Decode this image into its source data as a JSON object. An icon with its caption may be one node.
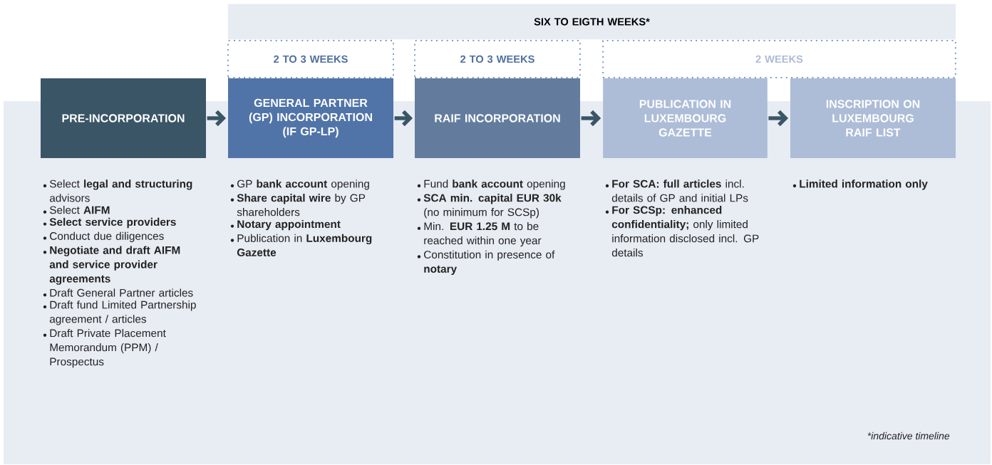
{
  "diagram": {
    "nodes": [
      {
        "text": [
          "SIX TO EIGTH WEEKS*"
        ]
      },
      {
        "text": [
          "2 TO 3 WEEKS"
        ]
      },
      {
        "text": [
          "2 TO 3 WEEKS"
        ]
      },
      {
        "text": [
          "2 WEEKS"
        ]
      },
      {
        "text": [
          "PRE-INCORPORATION"
        ],
        "beside": [
          "Select **legal and structuring** advisors",
          "Select **AIFM**",
          "**Select service providers**",
          "Conduct due diligences",
          "**Negotiate and draft AIFM and service provider agreements**",
          "Draft General Partner articles",
          "Draft fund Limited Partnership agreement / articles",
          "Draft Private Placement Memorandum (PPM) / Prospectus"
        ]
      },
      {
        "text": [
          "GENERAL PARTNER (GP) INCORPORATION (IF GP-LP)"
        ],
        "beside": [
          "GP **bank account** opening",
          "**Share capital wire** by GP shareholders",
          "**Notary appointment**",
          "Publication in **Luxembourg Gazette**"
        ]
      },
      {
        "text": [
          "RAIF INCORPORATION"
        ],
        "beside": [
          "Fund **bank account** opening",
          "**SCA min. capital EUR 30k** (no minimum for SCSp)",
          "Min. **EUR 1.25 M** to be reached within one year",
          "Constitution in presence of **notary**"
        ]
      },
      {
        "text": [
          "PUBLICATION IN LUXEMBOURG GAZETTE"
        ],
        "beside": [
          "**For SCA: full articles** incl. details of GP and initial LPs",
          "**For SCSp: enhanced confidentiality;** only limited information disclosed incl. GP details"
        ]
      },
      {
        "text": [
          "INSCRIPTION ON LUXEMBOURG RAIF LIST"
        ],
        "beside": [
          "**Limited information only**"
        ]
      }
    ],
    "edges": [
      {
        "from": 4,
        "to": 5,
        "arrow": "to"
      },
      {
        "from": 5,
        "to": 6,
        "arrow": "to"
      },
      {
        "from": 6,
        "to": 7,
        "arrow": "to"
      },
      {
        "from": 7,
        "to": 8,
        "arrow": "to"
      }
    ],
    "labels": [
      "*indicative timeline"
    ]
  }
}
